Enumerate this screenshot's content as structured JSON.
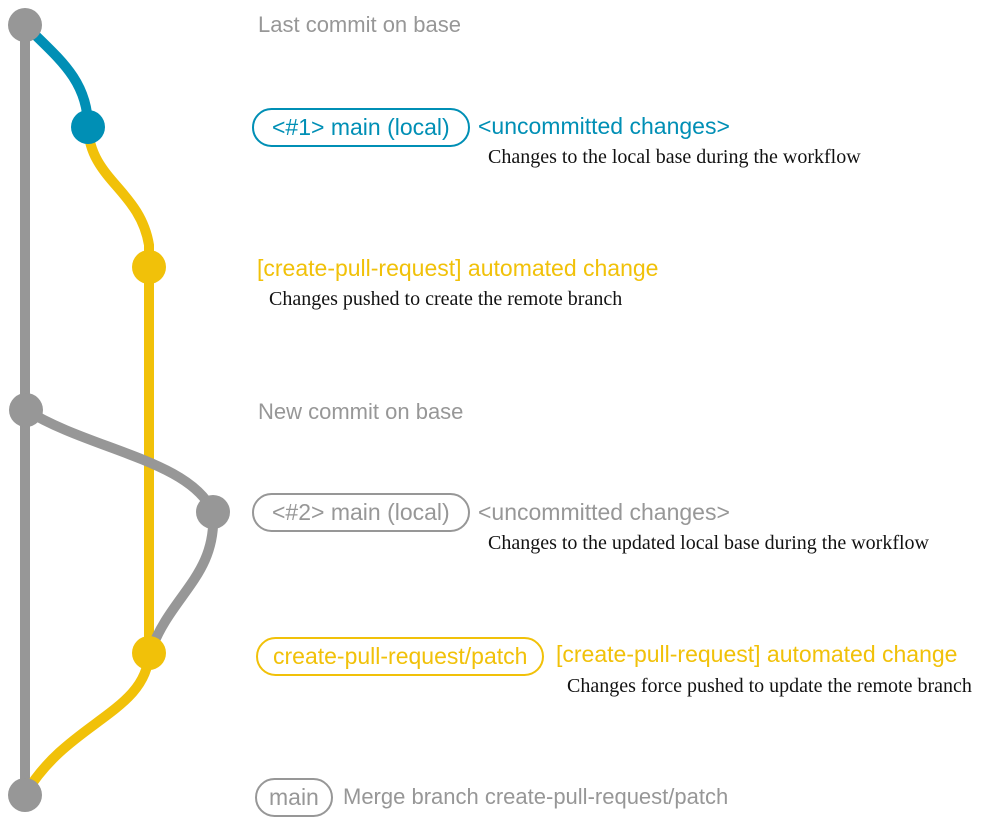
{
  "colors": {
    "base": "#979797",
    "blue": "#008fb5",
    "yellow": "#f1c109",
    "annotation": "#121212"
  },
  "graph": {
    "branches": [
      {
        "name": "base",
        "color": "#979797"
      },
      {
        "name": "main (local)",
        "color": "#008fb5"
      },
      {
        "name": "create-pull-request/patch",
        "color": "#f1c109"
      }
    ]
  },
  "rows": {
    "last_base": {
      "message": "Last commit on base"
    },
    "main_local_1": {
      "badge": "<#1> main (local)",
      "message": "<uncommitted changes>",
      "annotation": "Changes to the local base during the workflow"
    },
    "automated_1": {
      "message": "[create-pull-request] automated change",
      "annotation": "Changes pushed to create the remote branch"
    },
    "new_base": {
      "message": "New commit on base"
    },
    "main_local_2": {
      "badge": "<#2> main (local)",
      "message": "<uncommitted changes>",
      "annotation": "Changes to the updated local base during the workflow"
    },
    "automated_2": {
      "badge": "create-pull-request/patch",
      "message": "[create-pull-request] automated change",
      "annotation": "Changes force pushed to update the remote branch"
    },
    "merge": {
      "badge": "main",
      "message": "Merge branch create-pull-request/patch"
    }
  }
}
